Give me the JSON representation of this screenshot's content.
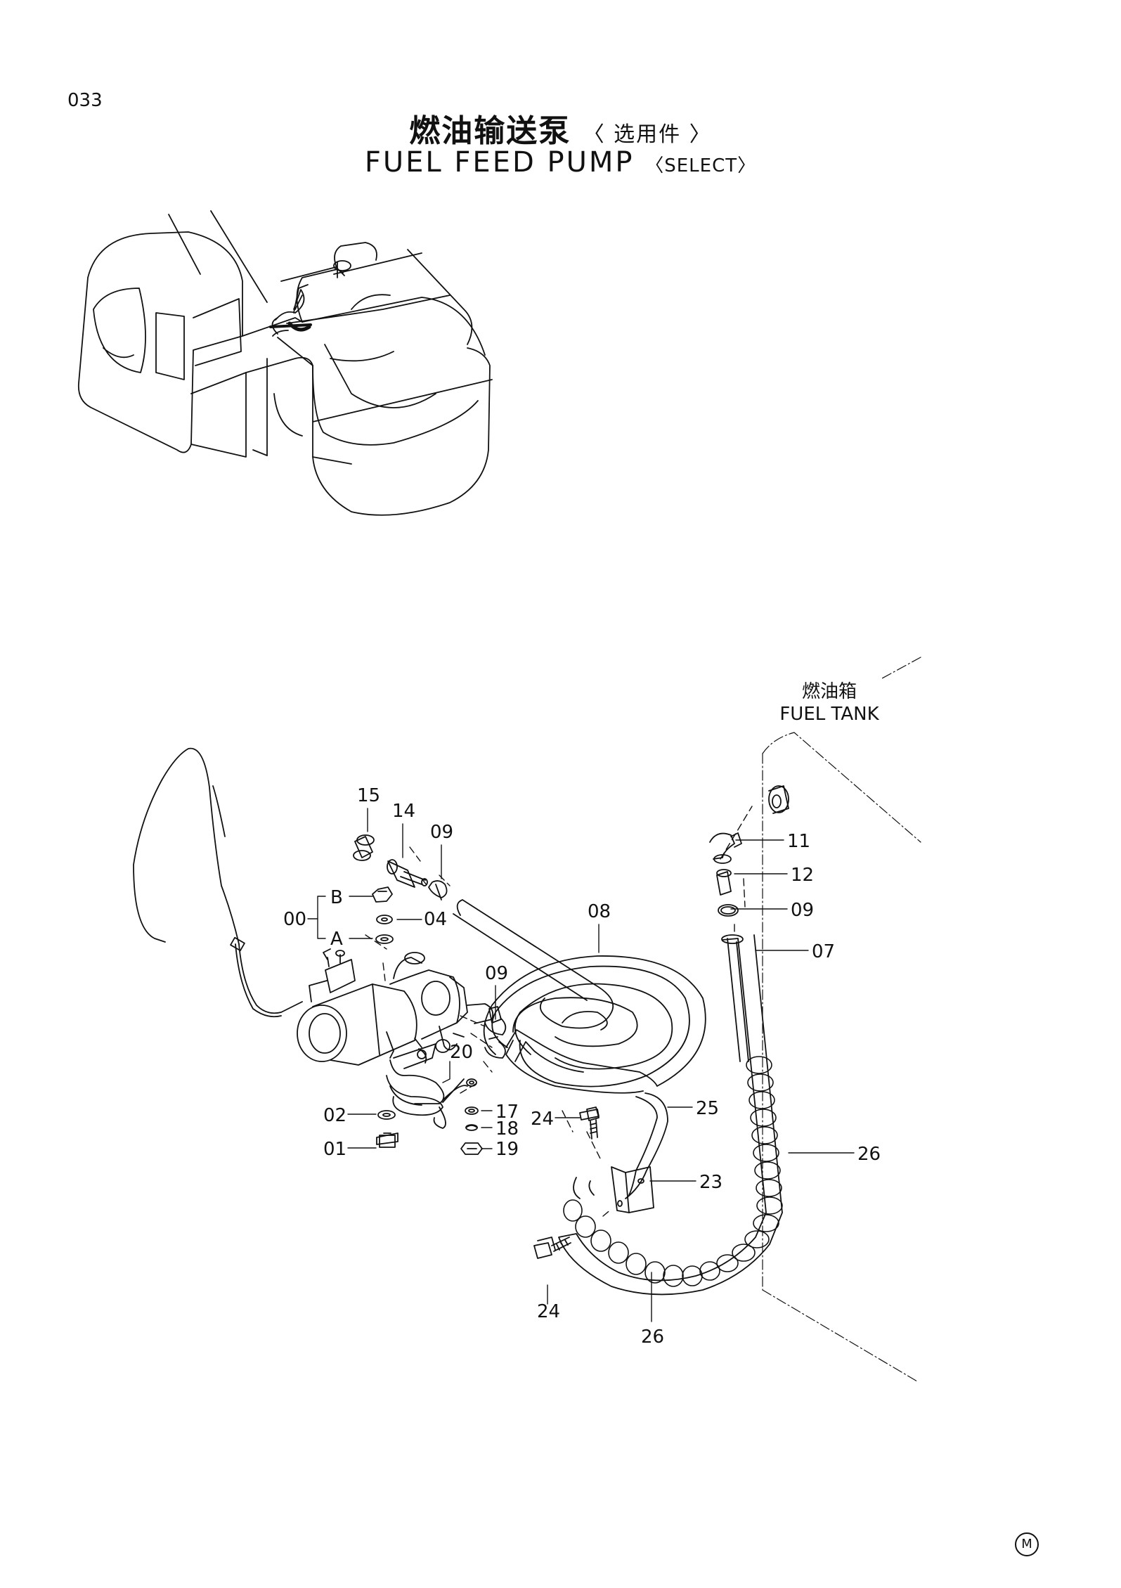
{
  "page": {
    "number": "033",
    "title_cn": "燃油输送泵",
    "title_cn_select": "〈 选用件 〉",
    "title_en": "FUEL  FEED  PUMP",
    "title_en_select": "〈SELECT〉",
    "mark": "M"
  },
  "fuel_tank_label": {
    "cn": "燃油箱",
    "en": "FUEL TANK"
  },
  "callouts": [
    "15",
    "14",
    "09",
    "00",
    "B",
    "A",
    "04",
    "08",
    "09",
    "02",
    "01",
    "20",
    "17",
    "18",
    "19",
    "24",
    "25",
    "23",
    "24",
    "26",
    "26",
    "11",
    "12",
    "09",
    "07"
  ]
}
